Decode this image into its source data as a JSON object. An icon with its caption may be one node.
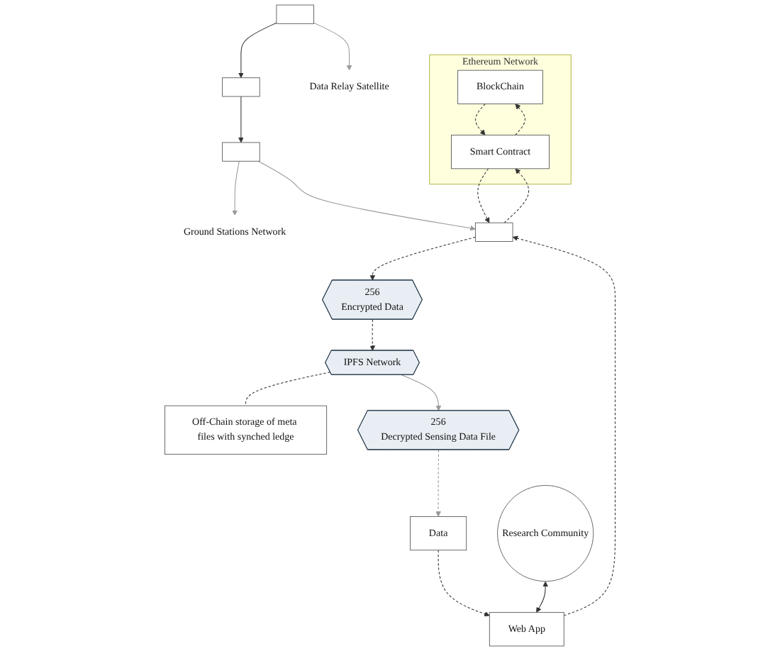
{
  "diagram": {
    "nodes": [
      {
        "text": [
          "Data Relay Satellite"
        ]
      },
      {
        "text": [],
        "shape": "box"
      },
      {
        "text": [],
        "shape": "box"
      },
      {
        "text": [
          "Ground Stations Network"
        ]
      },
      {
        "text": [],
        "shape": "box"
      },
      {
        "text": [],
        "shape": "box"
      },
      {
        "text": [
          "Ethereum Network"
        ]
      },
      {
        "text": [
          "BlockChain"
        ],
        "in": 6
      },
      {
        "text": [
          "Smart Contract"
        ],
        "in": 6
      },
      {
        "text": [
          "256",
          "Encrypted Data"
        ]
      },
      {
        "text": [
          "Off-Chain storage of meta files with synched ledge"
        ]
      },
      {
        "text": [
          "IPFS Network"
        ]
      },
      {
        "text": [
          "256",
          "Decrypted Sensing Data File"
        ]
      },
      {
        "text": [
          "Data"
        ]
      },
      {
        "text": [
          "Web App"
        ]
      },
      {
        "text": [
          "Research Community"
        ]
      }
    ],
    "edges": [
      {
        "from": 1,
        "to": 0,
        "arrow": "to",
        "color": "#999999"
      },
      {
        "from": 1,
        "to": 2,
        "arrow": "to"
      },
      {
        "from": 2,
        "to": 4,
        "arrow": "to"
      },
      {
        "from": 4,
        "to": 3,
        "arrow": "to",
        "color": "#999999"
      },
      {
        "from": 4,
        "to": 5,
        "arrow": "to",
        "color": "#999999"
      },
      {
        "from": 7,
        "to": 8,
        "arrow": "to",
        "style": "dashed"
      },
      {
        "from": 8,
        "to": 7,
        "arrow": "to",
        "style": "dashed"
      },
      {
        "from": 8,
        "to": 5,
        "arrow": "to",
        "style": "dashed"
      },
      {
        "from": 5,
        "to": 8,
        "arrow": "to",
        "style": "dashed"
      },
      {
        "from": 5,
        "to": 9,
        "arrow": "to",
        "style": "dashed"
      },
      {
        "from": 9,
        "to": 11,
        "arrow": "to",
        "style": "dashed"
      },
      {
        "from": 11,
        "to": 10,
        "arrow": "none",
        "style": "dashed"
      },
      {
        "from": 11,
        "to": 12,
        "arrow": "to",
        "color": "#999999"
      },
      {
        "from": 12,
        "to": 13,
        "arrow": "to",
        "style": "dashed",
        "color": "#999999"
      },
      {
        "from": 13,
        "to": 14,
        "arrow": "to",
        "style": "dashed"
      },
      {
        "from": 14,
        "to": 5,
        "arrow": "to",
        "style": "dashed"
      },
      {
        "from": 15,
        "to": 14,
        "arrow": "both"
      }
    ]
  }
}
